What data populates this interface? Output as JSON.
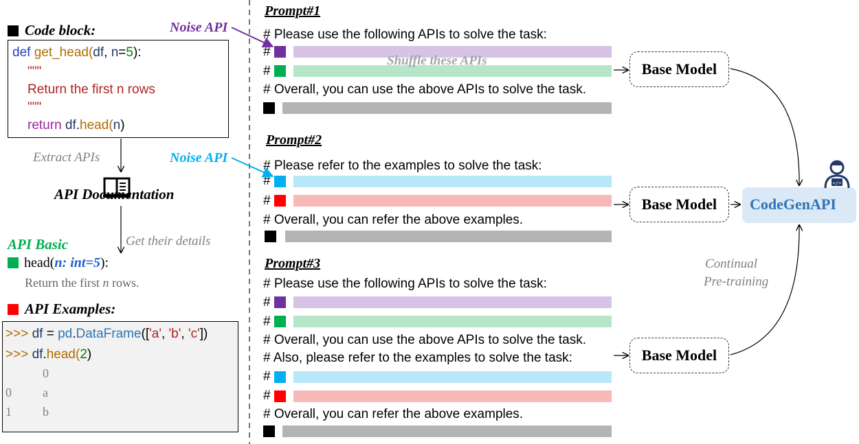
{
  "left": {
    "code_block_title": "Code block:",
    "code": {
      "line1_kw": "def",
      "line1_fn": " get_head(",
      "line1_arg": "df",
      "line1_rest1": ", ",
      "line1_arg2": "n",
      "line1_eq": "=",
      "line1_num": "5",
      "line1_end": "):",
      "doc_open": "\"\"\"",
      "doc_text": "Return the first n rows",
      "doc_close": "\"\"\"",
      "ret_kw": "return",
      "ret_obj": " df",
      "ret_dot": ".",
      "ret_fn": "head(",
      "ret_arg": "n",
      "ret_end": ")"
    },
    "noise_api_1": "Noise API",
    "noise_api_2": "Noise API",
    "extract_apis": "Extract APIs",
    "api_doc_title": "API Documentation",
    "get_details": "Get their details",
    "api_basic_title": "API Basic",
    "api_sig_name": "head(",
    "api_sig_param": "n: int=5",
    "api_sig_end": "):",
    "api_desc_pre": "Return the first ",
    "api_desc_n": "n",
    "api_desc_post": " rows.",
    "api_examples_title": "API Examples:",
    "ex": {
      "l1_prompt": ">>> ",
      "l1_df": "df",
      "l1_eq": " = ",
      "l1_pd": "pd",
      "l1_dot": ".",
      "l1_cls": "DataFrame",
      "l1_open": "([",
      "l1_a": "'a'",
      "l1_c1": ", ",
      "l1_b": "'b'",
      "l1_c2": ", ",
      "l1_c": "'c'",
      "l1_close": "])",
      "l2_prompt": ">>> ",
      "l2_df": "df",
      "l2_dot": ".",
      "l2_fn": "head(",
      "l2_num": "2",
      "l2_end": ")",
      "out_header": "0",
      "out_rows": [
        [
          "0",
          "a"
        ],
        [
          "1",
          "b"
        ]
      ]
    }
  },
  "prompts": {
    "p1": {
      "title": "Prompt#1",
      "l1": "# Please use the following APIs to solve the task:",
      "shuffle": "Shuffle these APIs",
      "overall": "# Overall, you can use the above APIs to solve the task."
    },
    "p2": {
      "title": "Prompt#2",
      "l1": "# Please refer to the examples to solve the task:",
      "overall": "# Overall, you can refer the above examples."
    },
    "p3": {
      "title": "Prompt#3",
      "l1": "# Please use the following APIs to solve the task:",
      "overall1": "# Overall, you can use the above APIs to solve the task.",
      "also": "# Also, please refer to the examples to solve the task:",
      "overall2": "# Overall, you can refer the above examples."
    },
    "hash": "#"
  },
  "right": {
    "base_model_1": "Base Model",
    "base_model_2": "Base Model",
    "base_model_3": "Base Model",
    "codegenapi": "CodeGenAPI",
    "continual": "Continual",
    "pretraining": "Pre-training"
  },
  "colors": {
    "purple": "#7030a0",
    "purple_bar": "#d6c3e6",
    "green": "#00b050",
    "green_bar": "#b5e6c9",
    "blue": "#00b0f0",
    "blue_bar": "#b8e8f8",
    "red": "#ff0000",
    "red_bar": "#f9b8b8",
    "gray_bar": "#b4b4b4",
    "codegen_bg": "#dbe8f5",
    "codegen_text": "#2e75b6"
  }
}
